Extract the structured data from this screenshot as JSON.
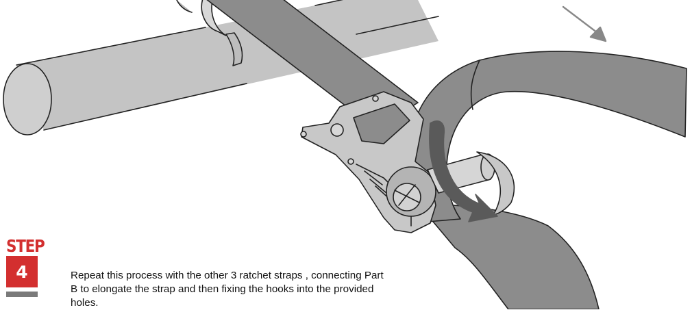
{
  "step": {
    "word": "STEP",
    "number": "4"
  },
  "instruction": {
    "text": "Repeat this process with the other 3 ratchet straps , connecting Part B to elongate the strap and then fixing the hooks into the provided holes."
  },
  "colors": {
    "accent": "#d32f2f",
    "strap": "#8c8c8c",
    "metal": "#c8c8c8",
    "bar": "#c4c4c4",
    "outline": "#222222",
    "direction_arrow": "#5a5a5a"
  }
}
